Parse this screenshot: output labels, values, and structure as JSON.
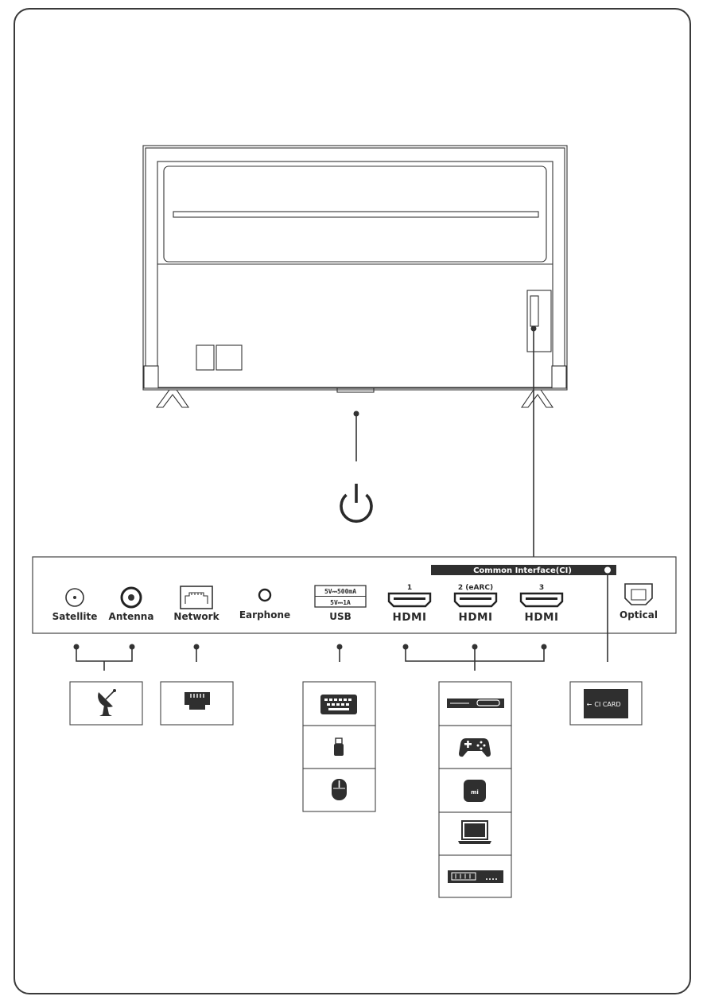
{
  "ports": {
    "satellite": "Satellite",
    "antenna": "Antenna",
    "network": "Network",
    "earphone": "Earphone",
    "usb": "USB",
    "usb_rating_1": "5V⎓500mA",
    "usb_rating_2": "5V⎓1A",
    "hdmi_1_number": "1",
    "hdmi_2_number": "2 (eARC)",
    "hdmi_3_number": "3",
    "hdmi_logo": "HDMI",
    "optical": "Optical"
  },
  "common_interface": {
    "label": "Common Interface(CI)",
    "card_label": "CI CARD"
  },
  "icons": {
    "power": "power-icon",
    "satellite_dish": "satellite-dish-icon",
    "ethernet": "ethernet-icon",
    "keyboard": "keyboard-icon",
    "usb_stick": "usb-stick-icon",
    "mouse": "mouse-icon",
    "set_top_box": "set-top-box-icon",
    "gamepad": "gamepad-icon",
    "media_box": "mi-box-icon",
    "laptop": "laptop-icon",
    "receiver": "receiver-icon",
    "ci_card": "ci-card-icon"
  },
  "colors": {
    "line": "#333333",
    "ci_bar": "#2f2f2f"
  }
}
